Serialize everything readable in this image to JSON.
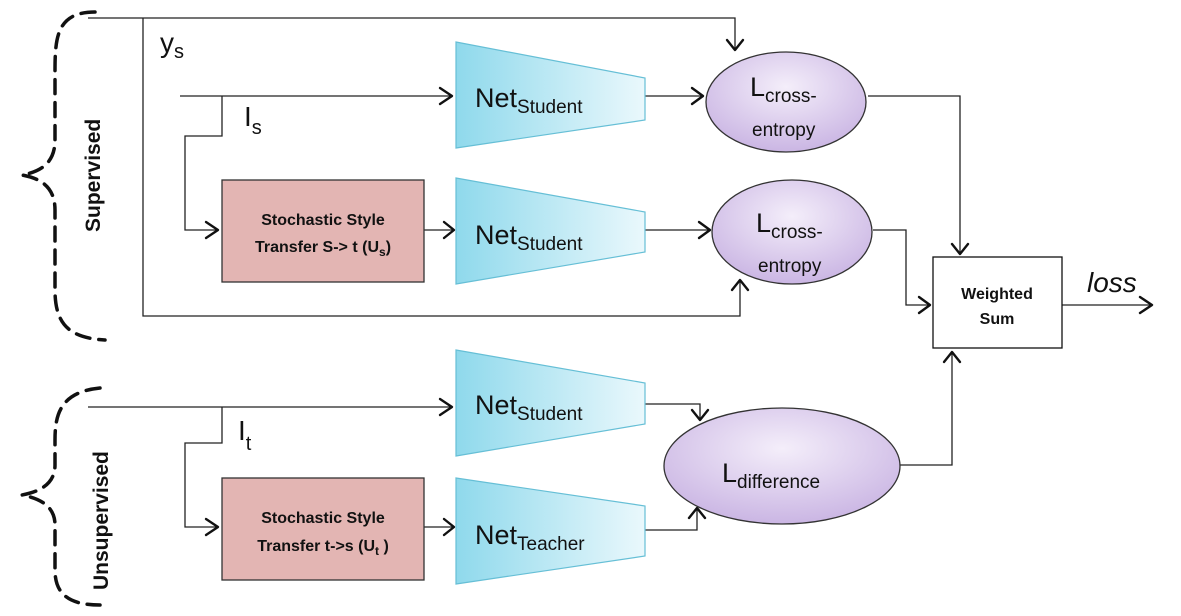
{
  "sections": {
    "supervised": "Supervised",
    "unsupervised": "Unsupervised"
  },
  "inputs": {
    "ys": {
      "main": "y",
      "sub": "s"
    },
    "is": {
      "main": "I",
      "sub": "s"
    },
    "it": {
      "main": "I",
      "sub": "t"
    }
  },
  "nets": {
    "student_1": {
      "main": "Net",
      "sub": "Student"
    },
    "student_2": {
      "main": "Net",
      "sub": "Student"
    },
    "student_3": {
      "main": "Net",
      "sub": "Student"
    },
    "teacher": {
      "main": "Net",
      "sub": "Teacher"
    }
  },
  "style_transfer": {
    "s_to_t": {
      "line1": "Stochastic Style",
      "line2": "Transfer S-> t (U",
      "sub": "s",
      "close": ")"
    },
    "t_to_s": {
      "line1": "Stochastic Style",
      "line2": "Transfer t->s (U",
      "sub": "t",
      "close": " )"
    }
  },
  "losses": {
    "ce_1": {
      "main": "L",
      "sub": "cross-",
      "line2": "entropy"
    },
    "ce_2": {
      "main": "L",
      "sub": "cross-",
      "line2": "entropy"
    },
    "diff": {
      "main": "L",
      "sub": "difference"
    }
  },
  "weighted_sum": {
    "line1": "Weighted",
    "line2": "Sum"
  },
  "output": {
    "label": "loss"
  },
  "colors": {
    "net_fill_light": "#eaf8fc",
    "net_fill_dark": "#8fd9ec",
    "net_stroke": "#66bfd6",
    "loss_fill_light": "#f1eaf8",
    "loss_fill_dark": "#c9b3e3",
    "transfer_fill": "#e3b5b3",
    "transfer_stroke": "#333333"
  }
}
